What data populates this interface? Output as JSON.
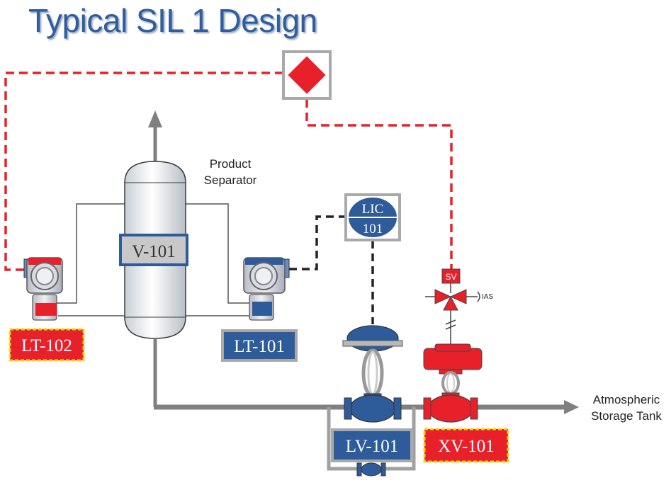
{
  "title": "Typical SIL 1 Design",
  "labels": {
    "vessel_caption_line1": "Product",
    "vessel_caption_line2": "Separator",
    "vessel_tag": "V-101",
    "lt101": "LT-101",
    "lt102": "LT-102",
    "lic_line1": "LIC",
    "lic_line2": "101",
    "lv101": "LV-101",
    "xv101": "XV-101",
    "sv": "SV",
    "ias": "IAS",
    "destination_line1": "Atmospheric",
    "destination_line2": "Storage Tank"
  },
  "colors": {
    "title": "#2f5d9e",
    "safety_red": "#e8202a",
    "control_blue": "#2e5c9a",
    "pipe_gray": "#808080",
    "highlight_yellow": "#f2d800"
  }
}
